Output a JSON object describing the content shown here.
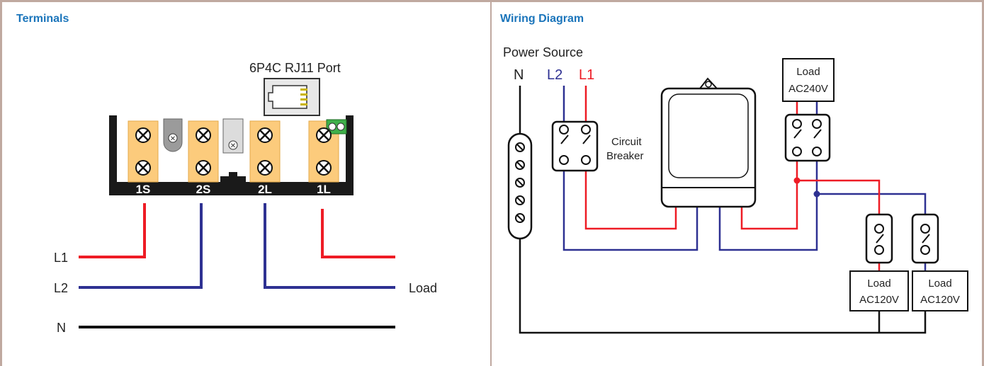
{
  "terminals_panel": {
    "title": "Terminals",
    "port_label": "6P4C RJ11 Port",
    "terminal_labels": [
      "1S",
      "2S",
      "2L",
      "1L"
    ],
    "line_labels": {
      "l1": "L1",
      "l2": "L2",
      "n": "N",
      "load": "Load"
    }
  },
  "wiring_panel": {
    "title": "Wiring Diagram",
    "power_source": "Power Source",
    "n": "N",
    "l2": "L2",
    "l1": "L1",
    "breaker_line1": "Circuit",
    "breaker_line2": "Breaker",
    "load_top_line1": "Load",
    "load_top_line2": "AC240V",
    "load_a_line1": "Load",
    "load_a_line2": "AC120V",
    "load_b_line1": "Load",
    "load_b_line2": "AC120V"
  },
  "colors": {
    "red": "#ee1c25",
    "blue": "#2e3192",
    "black": "#000000",
    "terminal": "#fccb7c",
    "title": "#1b75bb"
  }
}
